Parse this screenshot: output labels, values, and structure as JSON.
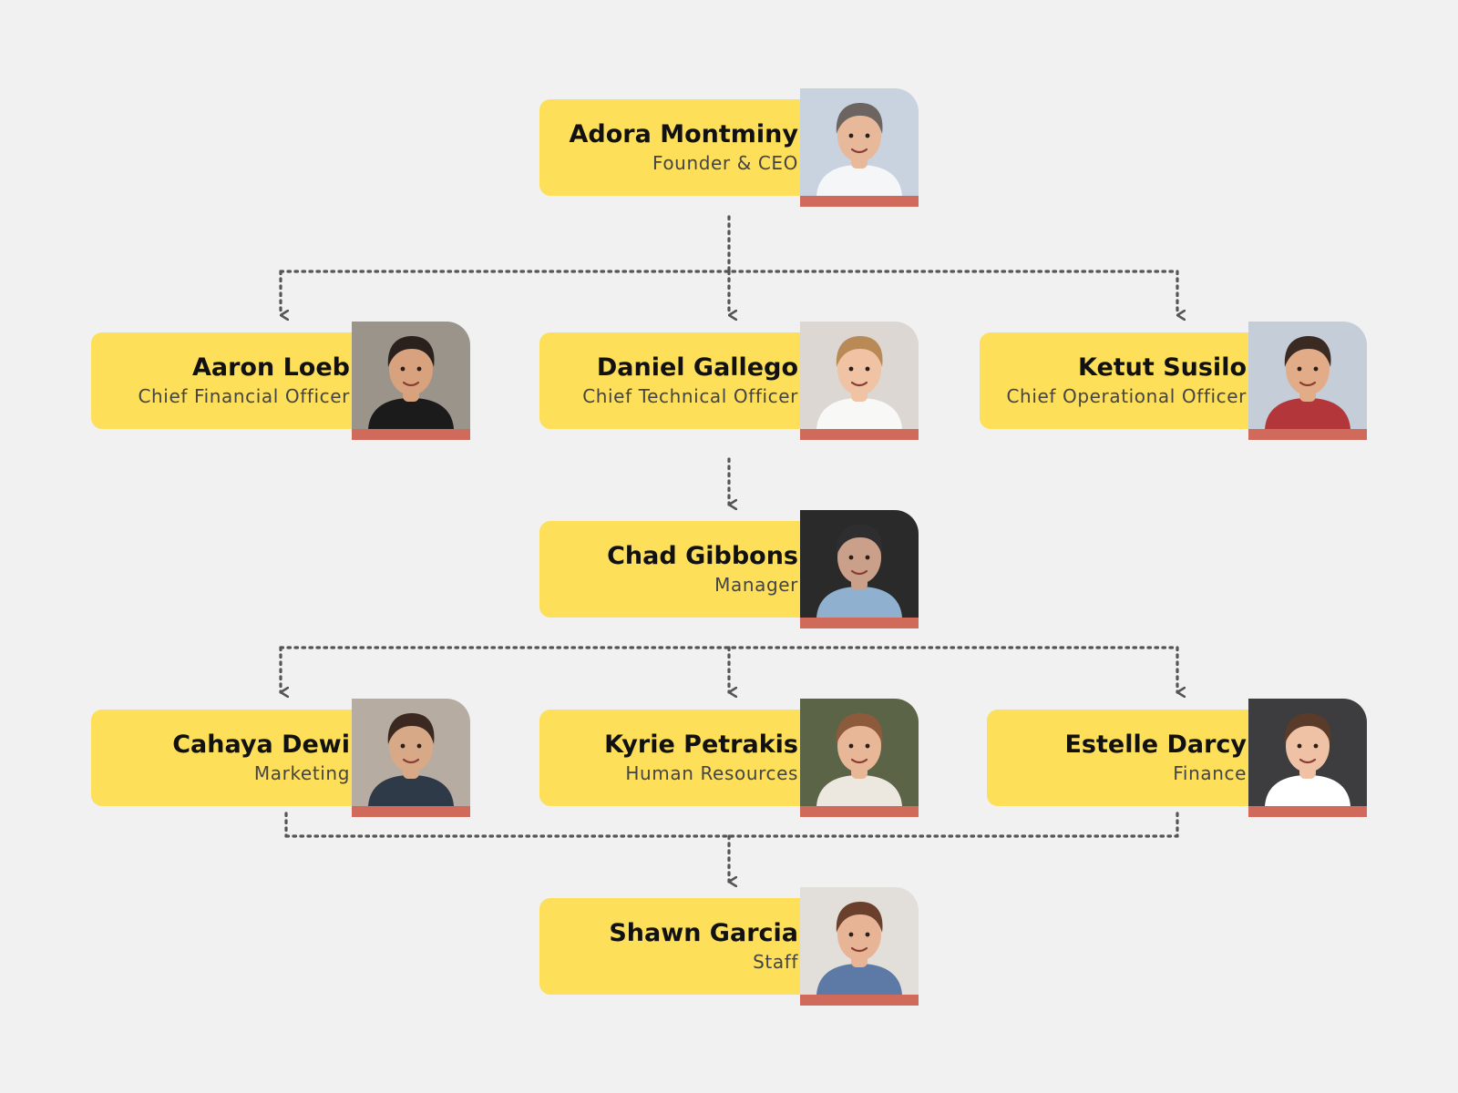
{
  "people": [
    {
      "key": "adora",
      "name": "Adora Montminy",
      "role": "Founder & CEO",
      "photo_bg": "#c9d3df",
      "hair": "#6b6460",
      "skin": "#e8b89a",
      "shirt": "#f4f6f8"
    },
    {
      "key": "aaron",
      "name": "Aaron Loeb",
      "role": "Chief Financial Officer",
      "photo_bg": "#9a948a",
      "hair": "#2b211c",
      "skin": "#d9a27e",
      "shirt": "#1b1b1b"
    },
    {
      "key": "daniel",
      "name": "Daniel Gallego",
      "role": "Chief Technical Officer",
      "photo_bg": "#ddd7d3",
      "hair": "#b98a55",
      "skin": "#efc3a4",
      "shirt": "#f8f8f6"
    },
    {
      "key": "ketut",
      "name": "Ketut Susilo",
      "role": "Chief Operational Officer",
      "photo_bg": "#c5cdd9",
      "hair": "#3a2a22",
      "skin": "#e2ac88",
      "shirt": "#b3373a"
    },
    {
      "key": "chad",
      "name": "Chad Gibbons",
      "role": "Manager",
      "photo_bg": "#2a2a2a",
      "hair": "#2e2e30",
      "skin": "#caa08a",
      "shirt": "#8fb0cf"
    },
    {
      "key": "cahaya",
      "name": "Cahaya Dewi",
      "role": "Marketing",
      "photo_bg": "#b6aca2",
      "hair": "#3b2820",
      "skin": "#d8a987",
      "shirt": "#2f3a48"
    },
    {
      "key": "kyrie",
      "name": "Kyrie Petrakis",
      "role": "Human Resources",
      "photo_bg": "#5c6448",
      "hair": "#8e5a3c",
      "skin": "#e8b797",
      "shirt": "#ece8e0"
    },
    {
      "key": "estelle",
      "name": "Estelle Darcy",
      "role": "Finance",
      "photo_bg": "#3d3d3f",
      "hair": "#5a3a28",
      "skin": "#efc2a6",
      "shirt": "#ffffff"
    },
    {
      "key": "shawn",
      "name": "Shawn Garcia",
      "role": "Staff",
      "photo_bg": "#e2dfdb",
      "hair": "#6a3f2c",
      "skin": "#e8b496",
      "shirt": "#5d7aa6"
    }
  ],
  "colors": {
    "card": "#fddf59",
    "accent_bar": "#d06a5a",
    "connector": "#555555",
    "background": "#f1f1f1"
  }
}
